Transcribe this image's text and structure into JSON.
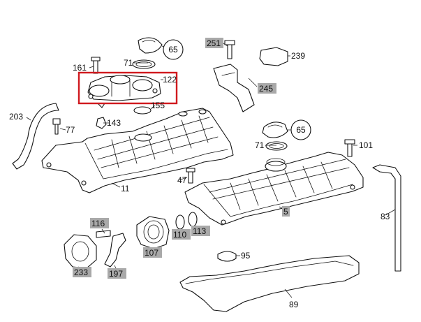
{
  "callouts": [
    {
      "id": "c65a",
      "text": "65",
      "style": "circle",
      "fill": "#ffffff"
    },
    {
      "id": "c65b",
      "text": "65",
      "style": "circle",
      "fill": "#ffffff"
    },
    {
      "id": "c71a",
      "text": "71",
      "style": "plain"
    },
    {
      "id": "c71b",
      "text": "71",
      "style": "plain"
    },
    {
      "id": "c161",
      "text": "161",
      "style": "plain"
    },
    {
      "id": "c122",
      "text": "122",
      "style": "plain"
    },
    {
      "id": "c155",
      "text": "155",
      "style": "plain"
    },
    {
      "id": "c203",
      "text": "203",
      "style": "plain"
    },
    {
      "id": "c77",
      "text": "77",
      "style": "plain"
    },
    {
      "id": "c143",
      "text": "143",
      "style": "plain"
    },
    {
      "id": "c11",
      "text": "11",
      "style": "plain"
    },
    {
      "id": "c47",
      "text": "47",
      "style": "plain"
    },
    {
      "id": "c251",
      "text": "251",
      "style": "shaded",
      "fill": "#a9a9a9"
    },
    {
      "id": "c239",
      "text": "239",
      "style": "plain"
    },
    {
      "id": "c245",
      "text": "245",
      "style": "shaded",
      "fill": "#a9a9a9"
    },
    {
      "id": "c101",
      "text": "101",
      "style": "plain"
    },
    {
      "id": "c5",
      "text": "5",
      "style": "shaded",
      "fill": "#a9a9a9"
    },
    {
      "id": "c83",
      "text": "83",
      "style": "plain"
    },
    {
      "id": "c116",
      "text": "116",
      "style": "shaded",
      "fill": "#a9a9a9"
    },
    {
      "id": "c233",
      "text": "233",
      "style": "shaded",
      "fill": "#a9a9a9"
    },
    {
      "id": "c197",
      "text": "197",
      "style": "shaded",
      "fill": "#a9a9a9"
    },
    {
      "id": "c107",
      "text": "107",
      "style": "shaded",
      "fill": "#a9a9a9"
    },
    {
      "id": "c110",
      "text": "110",
      "style": "shaded",
      "fill": "#a9a9a9"
    },
    {
      "id": "c113",
      "text": "113",
      "style": "shaded",
      "fill": "#a9a9a9"
    },
    {
      "id": "c95",
      "text": "95",
      "style": "plain"
    },
    {
      "id": "c89",
      "text": "89",
      "style": "plain"
    }
  ],
  "highlight": {
    "target": "122",
    "color": "#d0191e"
  }
}
